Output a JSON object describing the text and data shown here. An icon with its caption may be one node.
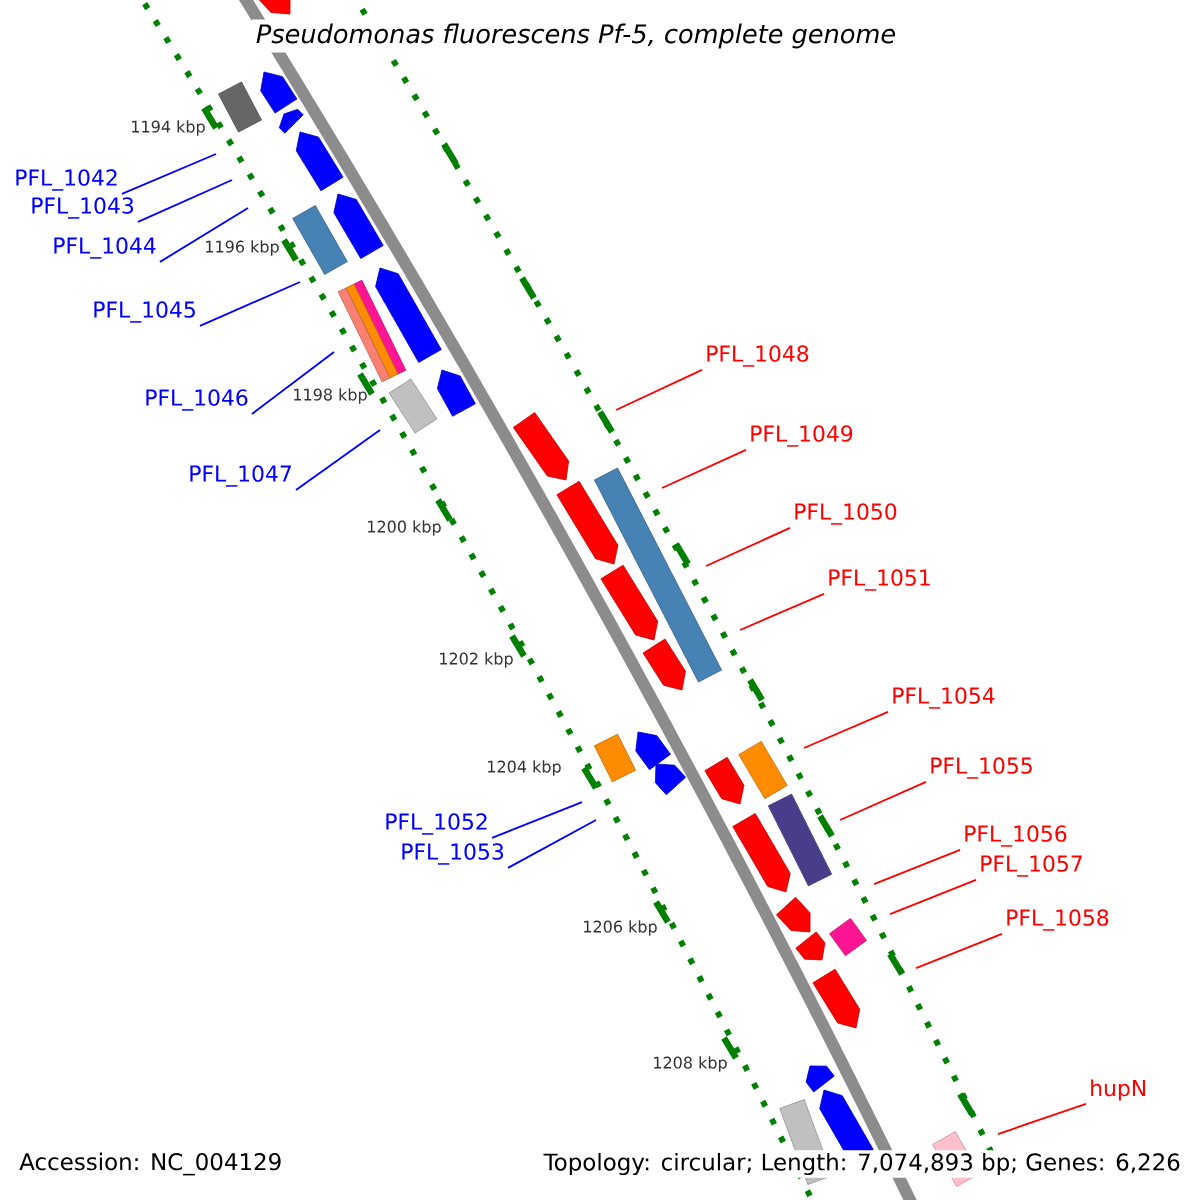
{
  "diagram": {
    "title": "*Pseudomonas fluorescens* Pf-5, complete genome",
    "nodes": [
      {
        "text": [
          "PFL_1042"
        ]
      },
      {
        "text": [
          "PFL_1043"
        ]
      },
      {
        "text": [
          "PFL_1044"
        ]
      },
      {
        "text": [
          "PFL_1045"
        ]
      },
      {
        "text": [
          "PFL_1046"
        ]
      },
      {
        "text": [
          "PFL_1047"
        ]
      },
      {
        "text": [
          "PFL_1048"
        ]
      },
      {
        "text": [
          "PFL_1049"
        ]
      },
      {
        "text": [
          "PFL_1050"
        ]
      },
      {
        "text": [
          "PFL_1051"
        ]
      },
      {
        "text": [
          "PFL_1052"
        ]
      },
      {
        "text": [
          "PFL_1053"
        ]
      },
      {
        "text": [
          "PFL_1054"
        ]
      },
      {
        "text": [
          "PFL_1055"
        ]
      },
      {
        "text": [
          "PFL_1056"
        ]
      },
      {
        "text": [
          "PFL_1057"
        ]
      },
      {
        "text": [
          "PFL_1058"
        ]
      },
      {
        "text": [
          "hupN"
        ]
      }
    ],
    "edges": [
      {
        "from": 0,
        "to": null,
        "arrow": "none",
        "color": "#0000ff"
      },
      {
        "from": 1,
        "to": null,
        "arrow": "none",
        "color": "#0000ff"
      },
      {
        "from": 2,
        "to": null,
        "arrow": "none",
        "color": "#0000ff"
      },
      {
        "from": 3,
        "to": null,
        "arrow": "none",
        "color": "#0000ff"
      },
      {
        "from": 4,
        "to": null,
        "arrow": "none",
        "color": "#0000ff"
      },
      {
        "from": 5,
        "to": null,
        "arrow": "none",
        "color": "#0000ff"
      },
      {
        "from": 6,
        "to": null,
        "arrow": "none"
      },
      {
        "from": 7,
        "to": null,
        "arrow": "none"
      },
      {
        "from": 8,
        "to": null,
        "arrow": "none"
      },
      {
        "from": 9,
        "to": null,
        "arrow": "none"
      },
      {
        "from": 10,
        "to": null,
        "arrow": "none",
        "color": "#0000ff"
      },
      {
        "from": 11,
        "to": null,
        "arrow": "none",
        "color": "#0000ff"
      },
      {
        "from": 12,
        "to": null,
        "arrow": "none"
      },
      {
        "from": 13,
        "to": null,
        "arrow": "none"
      },
      {
        "from": 14,
        "to": null,
        "arrow": "none"
      },
      {
        "from": 15,
        "to": null,
        "arrow": "none"
      },
      {
        "from": 16,
        "to": null,
        "arrow": "none"
      },
      {
        "from": 17,
        "to": null,
        "arrow": "none"
      }
    ],
    "labels": [
      "1194 kbp",
      "1196 kbp",
      "1198 kbp",
      "1200 kbp",
      "1202 kbp",
      "1204 kbp",
      "1206 kbp",
      "1208 kbp",
      "Accession: NC_004129",
      "Topology: circular; Length: 7,074,893 bp; Genes: 6,226"
    ]
  }
}
